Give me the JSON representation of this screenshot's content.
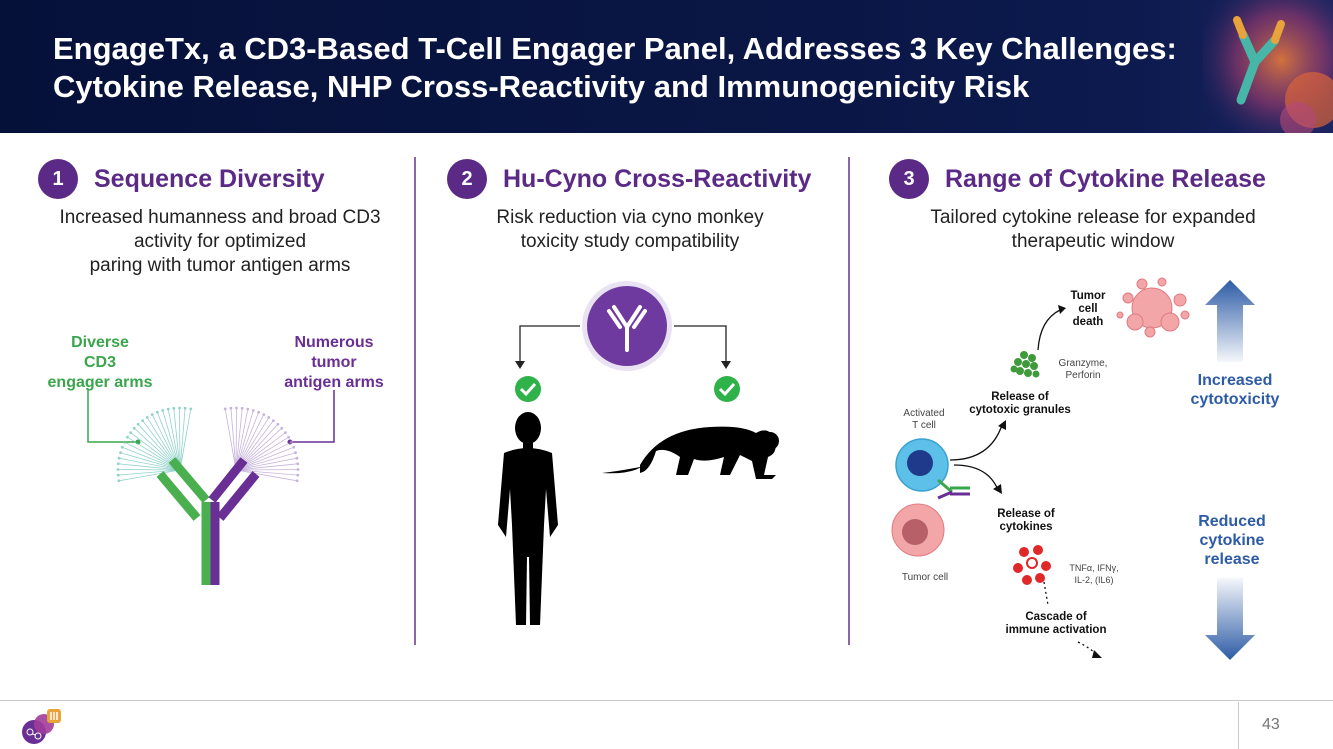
{
  "header": {
    "title_line1": "EngageTx, a CD3-Based T-Cell Engager Panel, Addresses 3 Key Challenges:",
    "title_line2": "Cytokine Release, NHP Cross-Reactivity and Immunogenicity Risk"
  },
  "columns": [
    {
      "number": "1",
      "heading": "Sequence Diversity",
      "subtitle_lines": [
        "Increased humanness and broad CD3",
        "activity for optimized",
        "paring with tumor antigen arms"
      ],
      "label_left_lines": [
        "Diverse",
        "CD3",
        "engager arms"
      ],
      "label_right_lines": [
        "Numerous",
        "tumor",
        "antigen arms"
      ]
    },
    {
      "number": "2",
      "heading": "Hu-Cyno Cross-Reactivity",
      "subtitle_lines": [
        "Risk reduction via cyno monkey",
        "toxicity study compatibility"
      ]
    },
    {
      "number": "3",
      "heading": "Range of Cytokine Release",
      "subtitle_lines": [
        "Tailored cytokine release for expanded",
        "therapeutic window"
      ],
      "diagram": {
        "tumor_cell_death": [
          "Tumor",
          "cell",
          "death"
        ],
        "granzyme": [
          "Granzyme,",
          "Perforin"
        ],
        "activated_t_cell": [
          "Activated",
          "T cell"
        ],
        "release_granules": [
          "Release of",
          "cytotoxic granules"
        ],
        "release_cytokines": [
          "Release of",
          "cytokines"
        ],
        "tumor_cell": "Tumor cell",
        "cytokines": [
          "TNFα, IFNγ,",
          "IL-2, (IL6)"
        ],
        "cascade": [
          "Cascade of",
          "immune activation"
        ],
        "increased": [
          "Increased",
          "cytotoxicity"
        ],
        "reduced": [
          "Reduced",
          "cytokine",
          "release"
        ]
      }
    }
  ],
  "footer": {
    "page_number": "43"
  },
  "colors": {
    "purple": "#5b2a86",
    "green": "#3aa64c",
    "blue": "#2d5ba6",
    "navy": "#06113a",
    "check_green": "#2fb24a"
  }
}
